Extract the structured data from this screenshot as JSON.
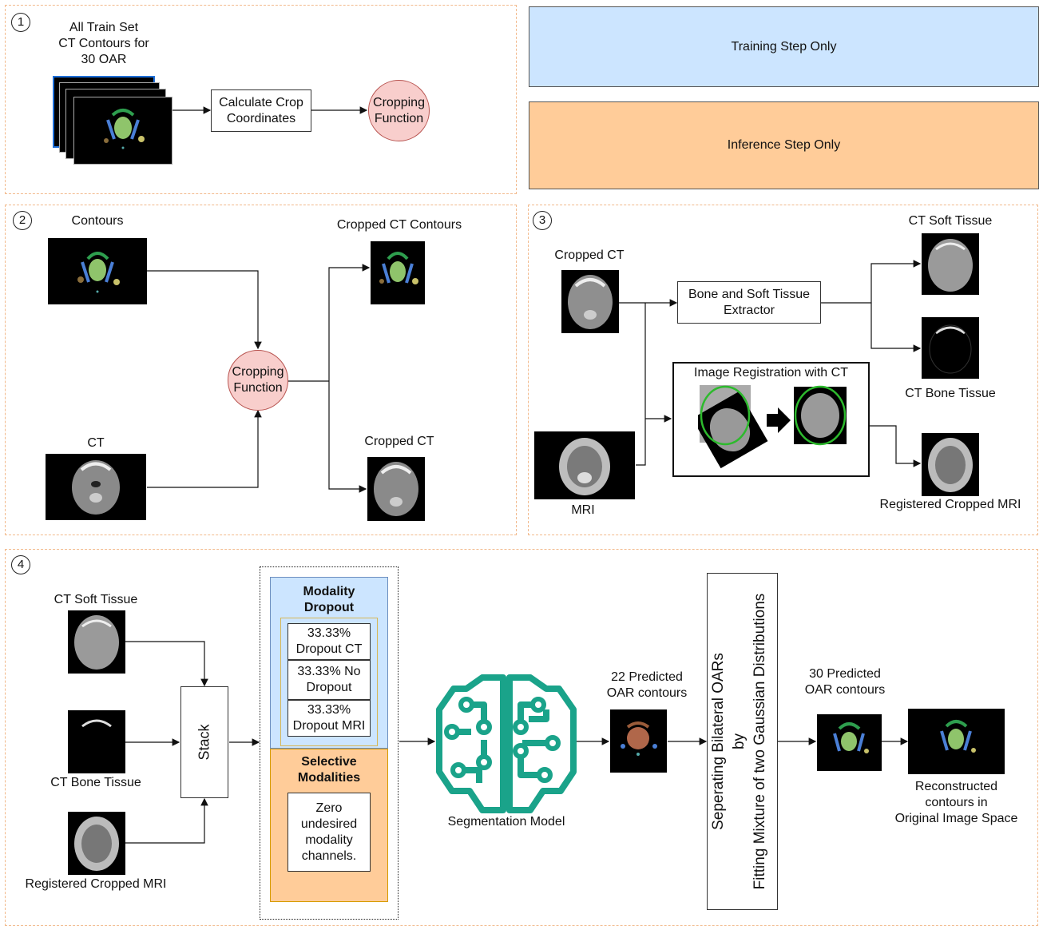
{
  "legend": {
    "training": "Training Step Only",
    "inference": "Inference Step Only",
    "training_color": "#cce5ff",
    "inference_color": "#ffcc99"
  },
  "panel1": {
    "number": "1",
    "title_lines": [
      "All Train Set",
      "CT Contours for",
      "30 OAR"
    ],
    "calc_box": [
      "Calculate Crop",
      "Coordinates"
    ],
    "cropping_fn": [
      "Cropping",
      "Function"
    ]
  },
  "panel2": {
    "number": "2",
    "contours": "Contours",
    "ct": "CT",
    "cropping_fn": [
      "Cropping",
      "Function"
    ],
    "cropped_contours": "Cropped CT Contours",
    "cropped_ct": "Cropped CT"
  },
  "panel3": {
    "number": "3",
    "cropped_ct": "Cropped CT",
    "mri": "MRI",
    "extractor": [
      "Bone and Soft Tissue",
      "Extractor"
    ],
    "registration": "Image Registration with CT",
    "ct_soft": "CT Soft Tissue",
    "ct_bone": "CT Bone Tissue",
    "reg_mri": "Registered Cropped MRI"
  },
  "panel4": {
    "number": "4",
    "ct_soft": "CT Soft Tissue",
    "ct_bone": "CT Bone Tissue",
    "reg_mri": "Registered Cropped MRI",
    "stack": "Stack",
    "modality_dropout": [
      "Modality",
      "Dropout"
    ],
    "drop_options": [
      [
        "33.33%",
        "Dropout CT"
      ],
      [
        "33.33% No",
        "Dropout"
      ],
      [
        "33.33%",
        "Dropout MRI"
      ]
    ],
    "selective": [
      "Selective",
      "Modalities"
    ],
    "zero_box": [
      "Zero",
      "undesired",
      "modality",
      "channels."
    ],
    "seg_model": "Segmentation Model",
    "pred22": [
      "22 Predicted",
      "OAR contours"
    ],
    "separating": [
      "Seperating Bilateral OARs",
      "by",
      "Fitting Mixture of two Gaussian Distributions"
    ],
    "pred30": [
      "30 Predicted",
      "OAR contours"
    ],
    "reconstructed": [
      "Reconstructed",
      "contours in",
      "Original Image Space"
    ],
    "accent_color": "#1aa38a"
  }
}
